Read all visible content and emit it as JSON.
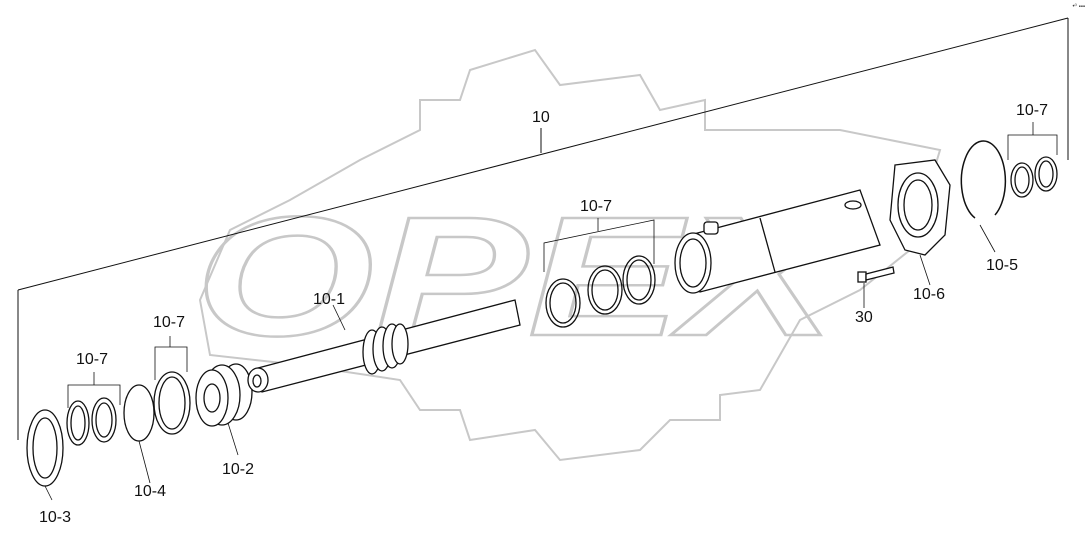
{
  "watermark": {
    "text": "OPEX"
  },
  "corner_mark": "•⁰ ▪▪▪",
  "callouts": {
    "assembly": "10",
    "rod": "10-1",
    "piston": "10-2",
    "end_ring": "10-3",
    "retaining_ring_small": "10-4",
    "snap_ring": "10-5",
    "flange": "10-6",
    "seal_kit_left_a": "10-7",
    "seal_kit_left_b": "10-7",
    "seal_kit_middle": "10-7",
    "seal_kit_right": "10-7",
    "bolt": "30"
  },
  "colors": {
    "line": "#111111",
    "watermark": "#c8c8c8",
    "background": "#ffffff"
  }
}
